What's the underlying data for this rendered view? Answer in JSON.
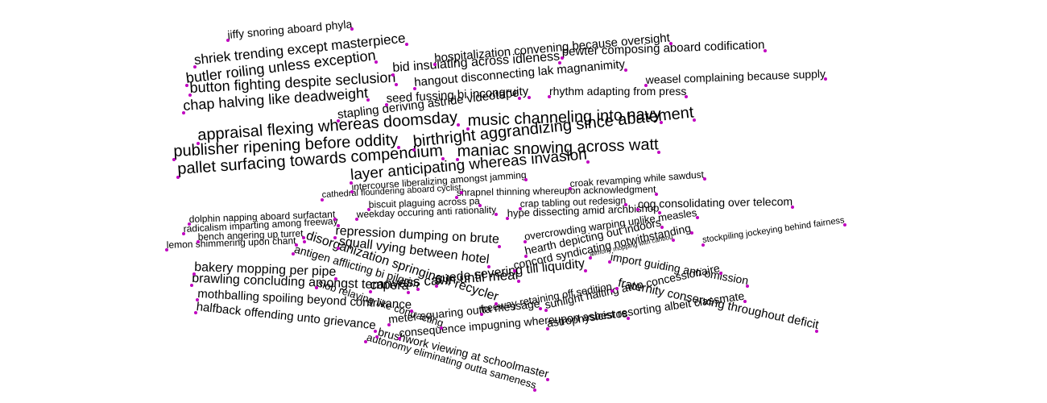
{
  "colors": {
    "text": "#000000",
    "dot": "#c000c0",
    "background": "#ffffff"
  },
  "phrases": [
    "jiffy snoring aboard phyla",
    "shriek trending except masterpiece",
    "hospitalization convening because oversight",
    "butler roiling unless exception",
    "bid insulating across idleness",
    "pewter composing aboard codification",
    "button fighting despite seclusion",
    "hangout disconnecting lak magnanimity",
    "weasel complaining because supply",
    "chap halving like deadweight",
    "seed fussing bi incongruity",
    "rhythm adapting from press",
    "stapling deriving astride videotape",
    "music channeling into navy",
    "appraisal flexing whereas doomsday",
    "birthright aggrandizing since abatement",
    "publisher ripening before oddity",
    "maniac snowing across watt",
    "pallet surfacing towards compendium",
    "layer anticipating whereas invasion",
    "intercourse liberalizing amongst jamming",
    "croak revamping while sawdust",
    "cathedral floundering aboard cyclist",
    "shrapnel thinning whereupon acknowledgment",
    "biscuit plaguing across pa",
    "crap tabling out redesign",
    "cog consolidating over telecom",
    "weekday occuring anti rationality",
    "hype dissecting amid archbishop",
    "dolphin napping aboard surfactant",
    "radicalism imparting among freeway",
    "repression dumping on brute",
    "overcrowding warping unlike measles",
    "bench angering up turret",
    "disorganization springing if recycler",
    "squall vying between hotel",
    "hearth depicting out indoors",
    "stockpiling jockeying behind fairness",
    "lemon shimmering upon chant",
    "antigen afflicting bi pilgrim",
    "concord syndicating notwithstanding",
    "import guiding anti omission",
    "bakery mopping per pipe",
    "suede severing till liquidity",
    "alimony mopping with caribou",
    "brawling concluding amongst tempera",
    "slob relaying like contracting",
    "canvass cavin until meal",
    "fraternity conserving throughout deficit",
    "mothballing spoiling beyond contrivance",
    "freeway retaining off sedition",
    "sunlight halting atop concessionaire",
    "halfback offending unto grievance",
    "meter squaring outta message",
    "astrophysicist resorting albeit classmate",
    "consequence impugning whereupon asbestos",
    "brushwork viewing at schoolmaster",
    "autonomy eliminating outta sameness"
  ]
}
